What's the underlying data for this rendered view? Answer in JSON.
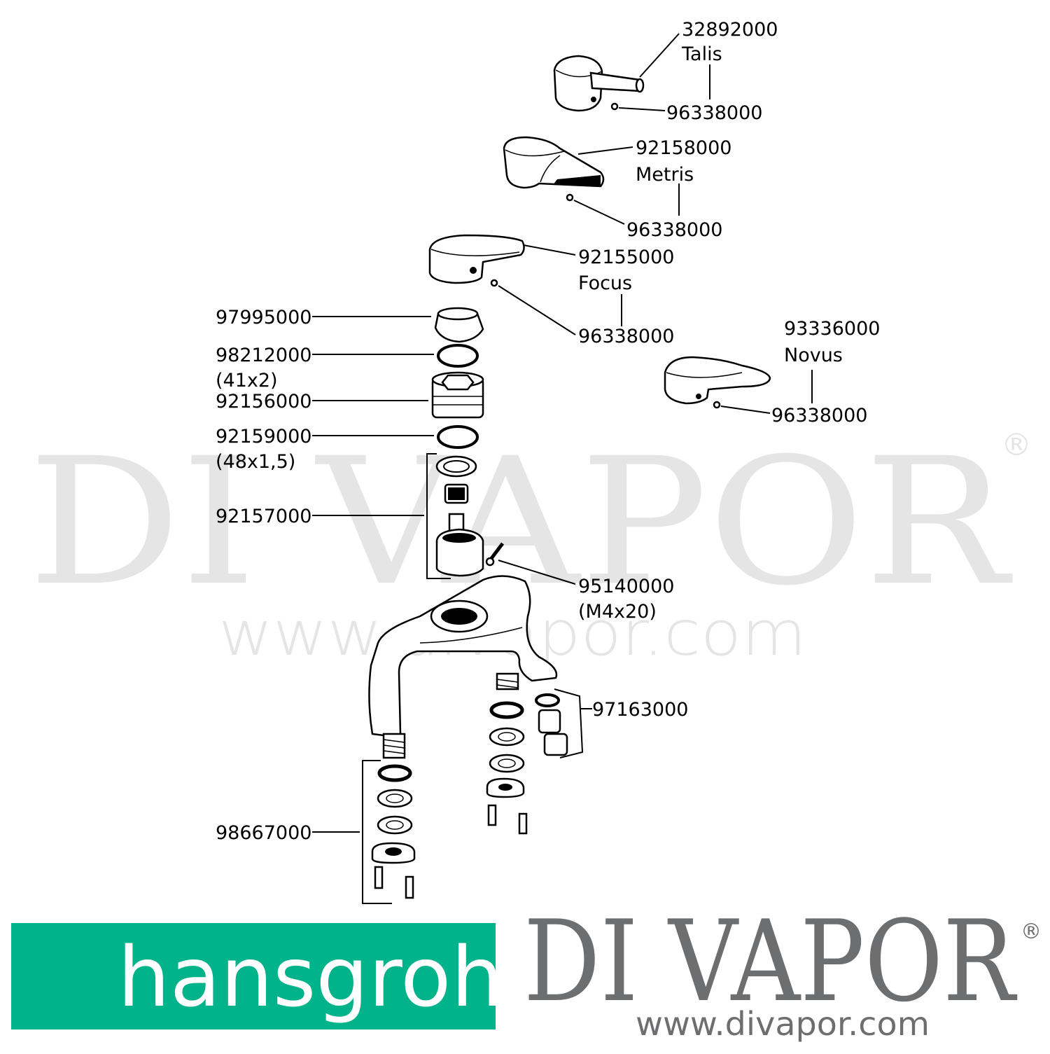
{
  "labels": {
    "p32892000": "32892000",
    "talis": "Talis",
    "p96338000_a": "96338000",
    "p92158000": "92158000",
    "metris": "Metris",
    "p96338000_b": "96338000",
    "p92155000": "92155000",
    "focus": "Focus",
    "p96338000_c": "96338000",
    "p93336000": "93336000",
    "novus": "Novus",
    "p96338000_d": "96338000",
    "p97995000": "97995000",
    "p98212000": "98212000",
    "dim_41x2": "(41x2)",
    "p92156000": "92156000",
    "p92159000": "92159000",
    "dim_48x15": "(48x1,5)",
    "p92157000": "92157000",
    "p95140000": "95140000",
    "dim_m4x20": "(M4x20)",
    "p97163000": "97163000",
    "p98667000": "98667000"
  },
  "watermark": {
    "brand": "DI VAPOR",
    "registered": "®",
    "url": "www.divapor.com"
  },
  "footer": {
    "hansgrohe_logo": "hansgrohe",
    "divapor_logo": "DI VAPOR",
    "divapor_registered": "®",
    "divapor_url": "www.divapor.com"
  },
  "colors": {
    "hansgrohe_green": "#00b38a",
    "divapor_grey": "#6d6e70",
    "line": "#000000"
  }
}
